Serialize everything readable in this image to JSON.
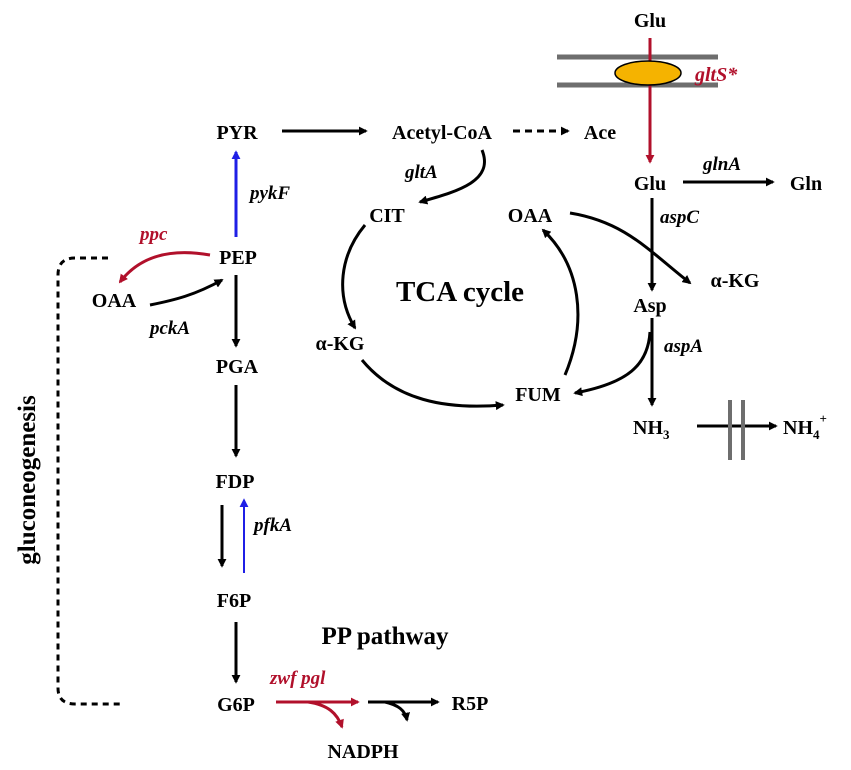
{
  "colors": {
    "black": "#000000",
    "blue": "#1f1fe6",
    "red": "#b1102b",
    "transporter": "#f5b300",
    "membrane": "#6e6e6e"
  },
  "metabolites": {
    "glu_out": "Glu",
    "pyr": "PYR",
    "acetyl_coa": "Acetyl-CoA",
    "ace": "Ace",
    "glu_in": "Glu",
    "gln": "Gln",
    "cit": "CIT",
    "oaa_tca": "OAA",
    "pep": "PEP",
    "oaa_left": "OAA",
    "akg_right": "α-KG",
    "asp": "Asp",
    "akg_tca": "α-KG",
    "pga": "PGA",
    "fum": "FUM",
    "nh3_base": "NH",
    "nh3_sub": "3",
    "nh4_base": "NH",
    "nh4_sub": "4",
    "nh4_sup": "+",
    "fdp": "FDP",
    "f6p": "F6P",
    "g6p": "G6P",
    "r5p": "R5P",
    "nadph": "NADPH"
  },
  "genes": {
    "gltS": "gltS*",
    "gltA": "gltA",
    "glnA": "glnA",
    "pykF": "pykF",
    "aspC": "aspC",
    "ppc": "ppc",
    "pckA": "pckA",
    "aspA": "aspA",
    "pfkA": "pfkA",
    "zwf_pgl": "zwf pgl"
  },
  "titles": {
    "tca": "TCA cycle",
    "pp": "PP pathway",
    "gluconeogenesis": "gluconeogenesis"
  }
}
